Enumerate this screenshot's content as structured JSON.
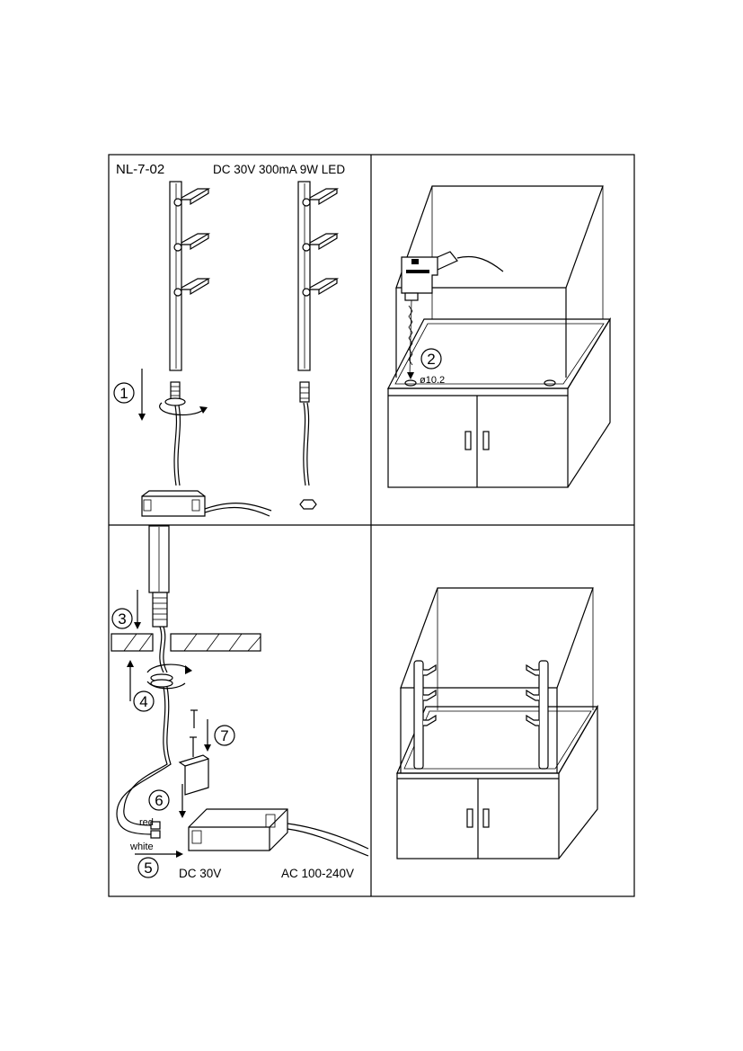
{
  "panel1": {
    "model": "NL-7-02",
    "specs": "DC 30V  300mA  9W  LED",
    "step": "1"
  },
  "panel2": {
    "step": "2",
    "hole": "ø10.2"
  },
  "panel3": {
    "steps": {
      "s3": "3",
      "s4": "4",
      "s5": "5",
      "s6": "6",
      "s7": "7"
    },
    "wire_red": "red",
    "wire_white": "white",
    "dc_label": "DC 30V",
    "ac_label": "AC 100-240V"
  },
  "colors": {
    "line": "#000000",
    "background": "#ffffff"
  }
}
